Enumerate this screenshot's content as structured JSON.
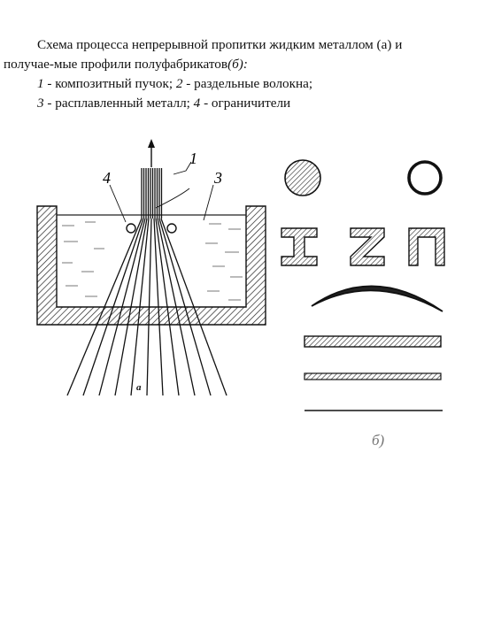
{
  "caption": {
    "line1": "Схема процесса непрерывной пропитки жидким металлом (а) и",
    "line2_text": "получае-мые профили полуфабрикатов",
    "line2_ref": "(б):",
    "items": [
      {
        "num": "1",
        "text": " - композитный пучок; "
      },
      {
        "num": "2",
        "text": " - раздельные волокна;"
      },
      {
        "num": "3",
        "text": " - расплавленный металл; "
      },
      {
        "num": "4",
        "text": " - ограничители"
      }
    ]
  },
  "figure_a": {
    "label": "а",
    "callouts": {
      "c1": "1",
      "c3": "3",
      "c4": "4"
    }
  },
  "figure_b": {
    "label": "б)",
    "profiles": [
      "solid-round-bar",
      "tube",
      "i-beam",
      "z-profile",
      "channel-profile",
      "curved-sheet",
      "thick-strip",
      "medium-strip",
      "thin-sheet"
    ]
  }
}
